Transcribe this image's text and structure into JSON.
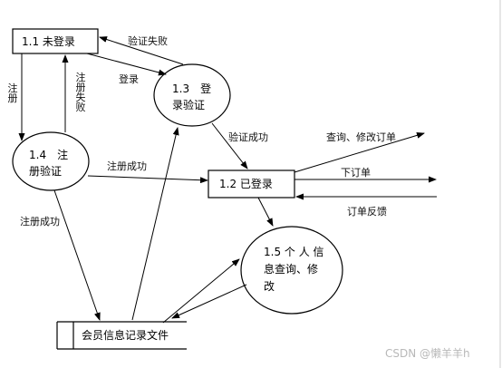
{
  "nodes": {
    "not_logged_in": "1.1 未登录",
    "logged_in": "1.2 已登录",
    "login_verify": [
      "1.3　登",
      "录验证"
    ],
    "register_verify": [
      "1.4　注",
      "册验证"
    ],
    "personal_info": [
      "1.5 个 人 信",
      "息查询、修",
      "改"
    ],
    "member_file": "会员信息记录文件"
  },
  "flows": {
    "verify_fail": "验证失败",
    "login": "登录",
    "register": "注册",
    "register_fail": "注册失败",
    "verify_success": "验证成功",
    "register_success_right": "注册成功",
    "register_success_down": "注册成功",
    "query_modify_order": "查询、修改订单",
    "place_order": "下订单",
    "order_feedback": "订单反馈"
  },
  "watermark": "CSDN @懒羊羊h"
}
